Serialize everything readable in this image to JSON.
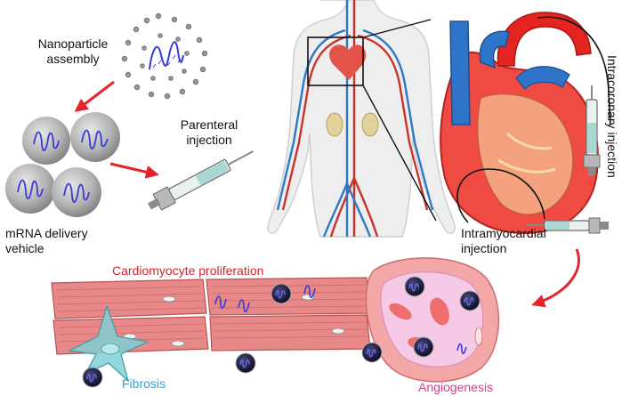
{
  "labels": {
    "nanoparticle_assembly": [
      "Nanoparticle",
      "assembly"
    ],
    "parenteral_injection": [
      "Parenteral",
      "injection"
    ],
    "mrna_delivery_vehicle": [
      "mRNA delivery",
      "vehicle"
    ],
    "intracoronary_injection": "Intracoronary injection",
    "intramyocardial_injection": [
      "Intramyocardial",
      "injection"
    ],
    "cardiomyocyte_proliferation": "Cardiomyocyte proliferation",
    "fibrosis": "Fibrosis",
    "angiogenesis": "Angiogenesis"
  },
  "colors": {
    "arrow": "#e3242b",
    "mrna_strand": "#3a3ad6",
    "cardiomyocyte": "#e98888",
    "fibroblast": "#7fd0d6",
    "vessel": "#f3a7a7",
    "vehicle_sphere": "#a9a9a9",
    "nanoparticle_core": "#0c0c2e"
  }
}
